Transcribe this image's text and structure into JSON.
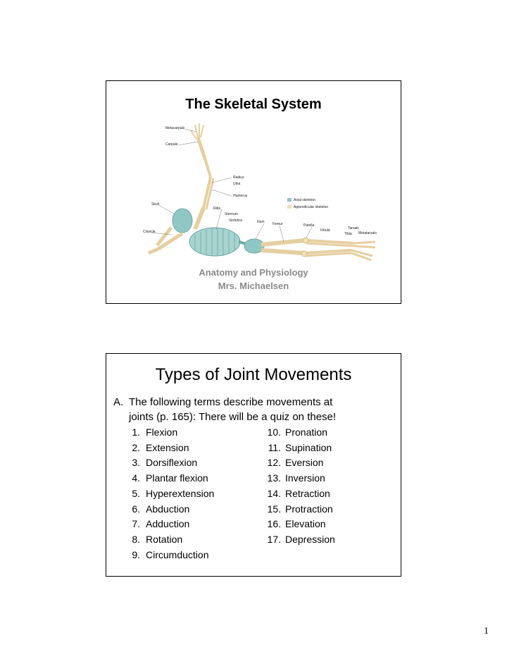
{
  "slide1": {
    "title": "The Skeletal System",
    "labels": [
      "Metacarpals",
      "Carpals",
      "Radius",
      "Ulna",
      "Humerus",
      "Skull",
      "Ribs",
      "Sternum",
      "Vertebra",
      "Ilium",
      "Femur",
      "Patella",
      "Fibula",
      "Tarsals",
      "Tibia",
      "Metatarsals",
      "Clavicle"
    ],
    "legend": [
      "Axial skeleton",
      "Appendicular skeleton"
    ],
    "colors": {
      "axial": "#8fc7c4",
      "appendicular": "#f2dfb5"
    },
    "subtitle_line1": "Anatomy and Physiology",
    "subtitle_line2": "Mrs. Michaelsen"
  },
  "slide2": {
    "title": "Types of Joint Movements",
    "intro_marker": "A.",
    "intro_line1": "The following terms describe movements at",
    "intro_line2": "joints (p. 165):  There will be a quiz on these!",
    "left_items": [
      {
        "num": "1.",
        "label": "Flexion"
      },
      {
        "num": "2.",
        "label": "Extension"
      },
      {
        "num": "3.",
        "label": "Dorsiflexion"
      },
      {
        "num": "4.",
        "label": "Plantar flexion"
      },
      {
        "num": "5.",
        "label": "Hyperextension"
      },
      {
        "num": "6.",
        "label": "Abduction"
      },
      {
        "num": "7.",
        "label": "Adduction"
      },
      {
        "num": "8.",
        "label": "Rotation"
      },
      {
        "num": "9.",
        "label": "Circumduction"
      }
    ],
    "right_items": [
      {
        "num": "10.",
        "label": "Pronation"
      },
      {
        "num": "11.",
        "label": "Supination"
      },
      {
        "num": "12.",
        "label": "Eversion"
      },
      {
        "num": "13.",
        "label": "Inversion"
      },
      {
        "num": "14.",
        "label": "Retraction"
      },
      {
        "num": "15.",
        "label": "Protraction"
      },
      {
        "num": "16.",
        "label": "Elevation"
      },
      {
        "num": "17.",
        "label": "Depression"
      }
    ]
  },
  "page_number": "1"
}
